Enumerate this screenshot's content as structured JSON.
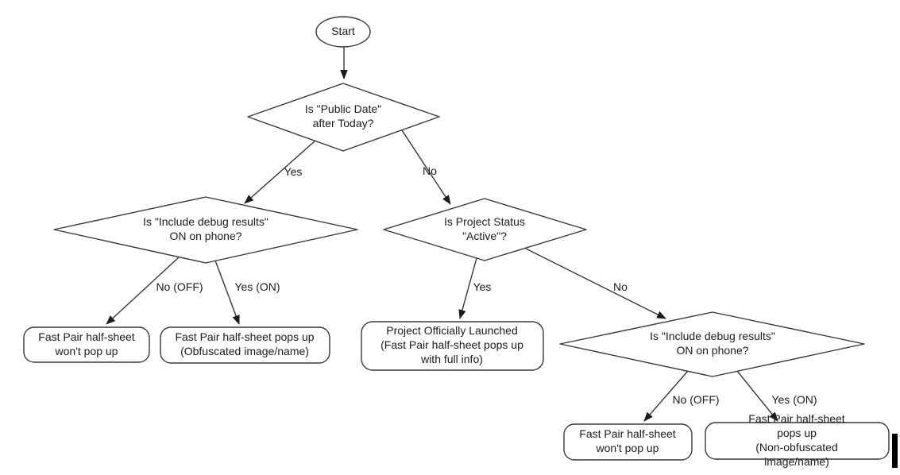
{
  "flowchart": {
    "nodes": {
      "start": "Start",
      "public_date": "Is \"Public Date\"\nafter Today?",
      "debug_left": "Is \"Include debug results\"\nON on phone?",
      "project_status": "Is Project Status\n\"Active\"?",
      "debug_right": "Is \"Include debug results\"\nON on phone?",
      "no_popup_left": "Fast Pair half-sheet\nwon't pop up",
      "obfuscated": "Fast Pair half-sheet pops up\n(Obfuscated image/name)",
      "launched": "Project Officially Launched\n(Fast Pair half-sheet pops up\nwith full info)",
      "no_popup_right": "Fast Pair half-sheet\nwon't pop up",
      "non_obfuscated": "Fast Pair half-sheet pops up\n(Non-obfuscated image/name)"
    },
    "edge_labels": {
      "public_date_yes": "Yes",
      "public_date_no": "No",
      "debug_left_no": "No (OFF)",
      "debug_left_yes": "Yes (ON)",
      "status_yes": "Yes",
      "status_no": "No",
      "debug_right_no": "No (OFF)",
      "debug_right_yes": "Yes (ON)"
    },
    "colors": {
      "background": "#ffffff",
      "stroke": "#383838",
      "text": "#1c1c1c",
      "cursor_bar": "#000000"
    }
  }
}
